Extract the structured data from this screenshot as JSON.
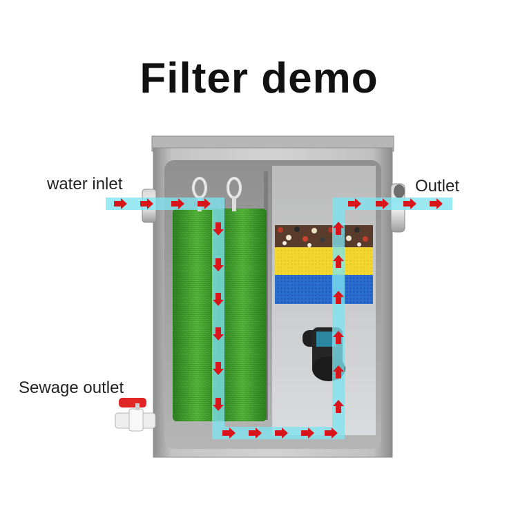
{
  "title": "Filter demo",
  "labels": {
    "water_inlet": "water inlet",
    "outlet": "Outlet",
    "sewage_outlet": "Sewage outlet"
  },
  "colors": {
    "flow_path": "#7fe3ef",
    "arrow": "#d8151b",
    "brush": "#3f9a2b",
    "sponge_yellow": "#f3d72f",
    "sponge_blue": "#2a6fd0",
    "tank": "#a9a9a9"
  }
}
